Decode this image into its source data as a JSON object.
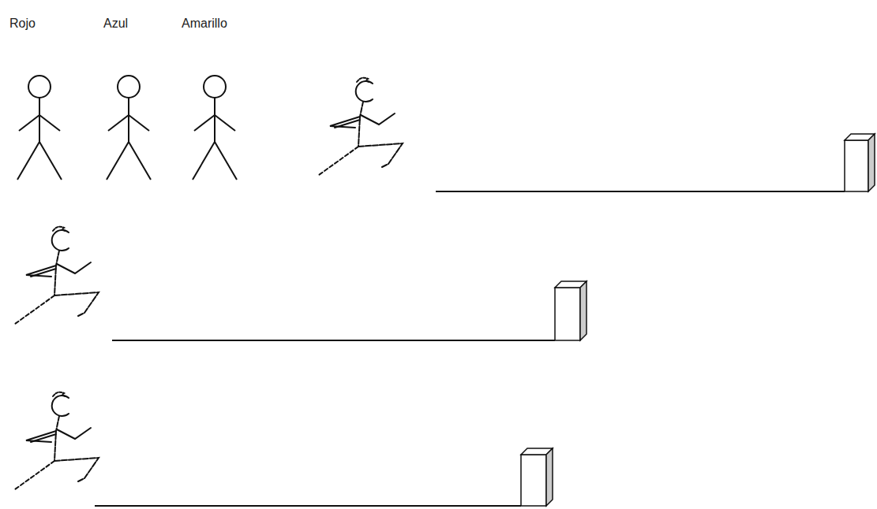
{
  "diagram": {
    "labels": [
      "Rojo",
      "Azul",
      "Amarillo"
    ]
  }
}
